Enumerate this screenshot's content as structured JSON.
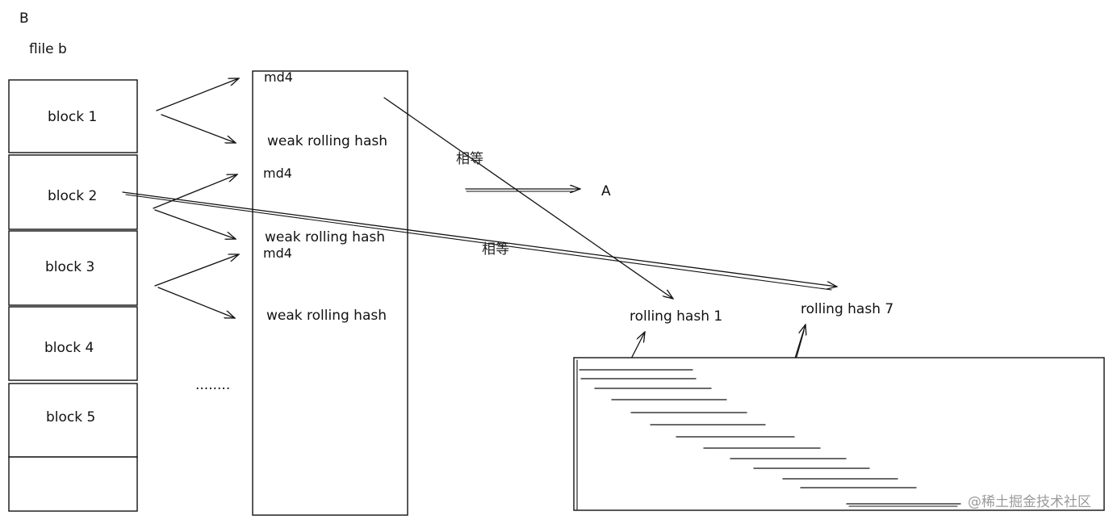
{
  "header": {
    "label_b": "B",
    "label_file": "flile b"
  },
  "blocks": [
    {
      "label": "block 1"
    },
    {
      "label": "block 2"
    },
    {
      "label": "block 3"
    },
    {
      "label": "block 4"
    },
    {
      "label": "block 5"
    }
  ],
  "ellipsis": "........",
  "hash_column": {
    "entries": [
      {
        "strong": "md4",
        "weak": "weak rolling hash"
      },
      {
        "strong": "md4",
        "weak": "weak rolling hash"
      },
      {
        "strong": "md4",
        "weak": "weak rolling hash"
      }
    ]
  },
  "labels": {
    "equal_1": "相等",
    "equal_2": "相等",
    "target_a": "A",
    "rolling_1": "rolling hash 1",
    "rolling_7": "rolling hash 7"
  },
  "watermark": "@稀土掘金技术社区"
}
